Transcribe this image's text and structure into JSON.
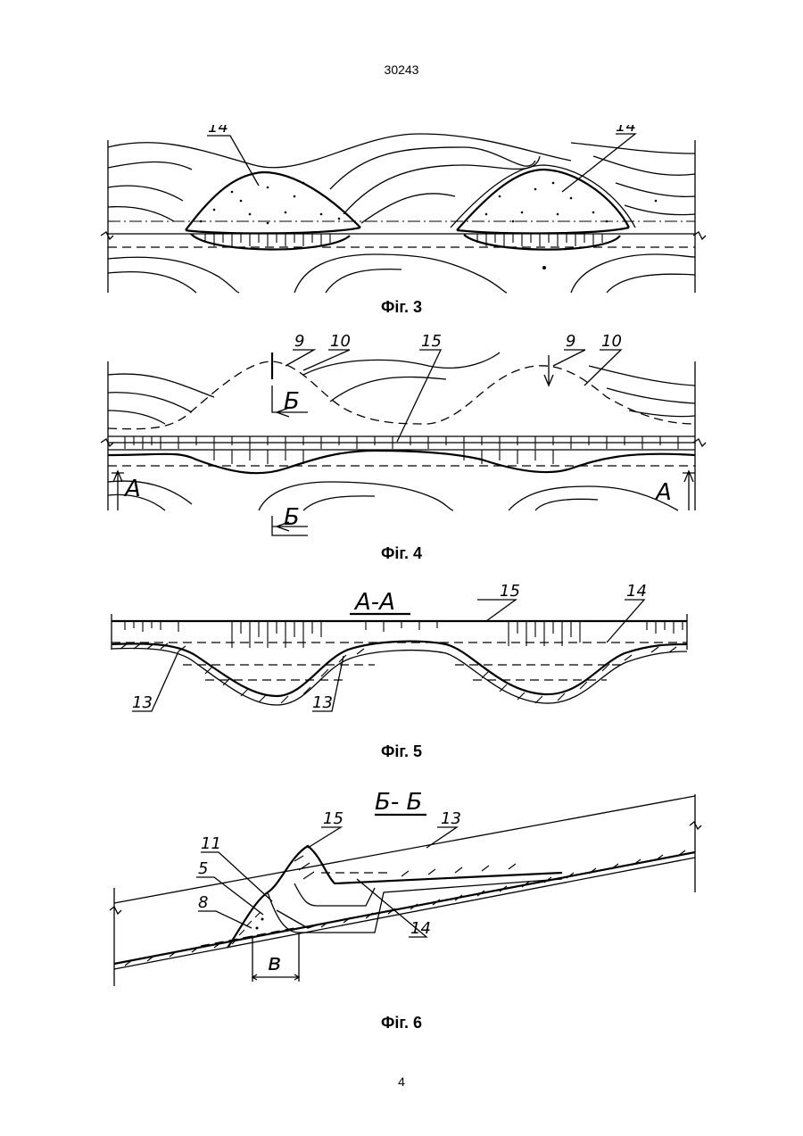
{
  "header": {
    "patent_number": "30243"
  },
  "footer": {
    "page_number": "4"
  },
  "figures": [
    {
      "caption": "Фіг. 3",
      "labels": [
        "14",
        "14"
      ]
    },
    {
      "caption": "Фіг. 4",
      "labels": [
        "9",
        "10",
        "15",
        "9",
        "10",
        "Б",
        "Б",
        "А",
        "А"
      ]
    },
    {
      "caption": "Фіг. 5",
      "labels": [
        "А-А",
        "15",
        "14",
        "13",
        "13"
      ]
    },
    {
      "caption": "Фіг. 6",
      "labels": [
        "Б- Б",
        "15",
        "13",
        "11",
        "5",
        "8",
        "14",
        "в"
      ]
    }
  ]
}
